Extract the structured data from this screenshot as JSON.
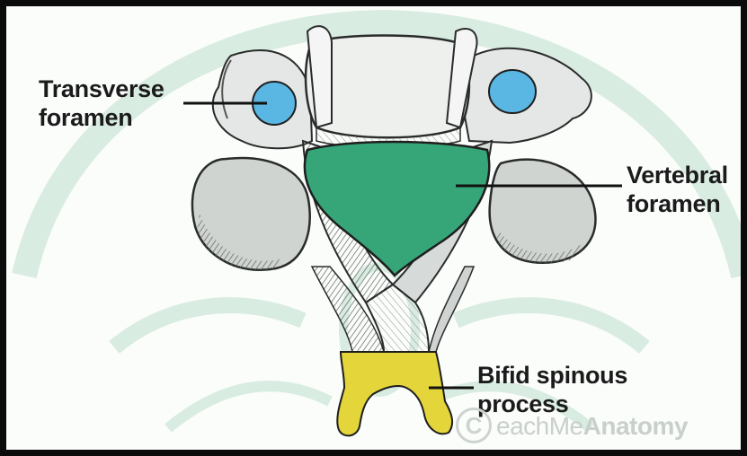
{
  "labels": {
    "transverse": [
      "Transverse",
      "foramen"
    ],
    "vertebral": [
      "Vertebral",
      "foramen"
    ],
    "bifid": [
      "Bifid spinous",
      "process"
    ]
  },
  "watermark": {
    "pre": "eachMe",
    "bold": "Anatomy",
    "symbol": "C"
  },
  "colors": {
    "vertebral_foramen": "#36a679",
    "transverse_foramen": "#5ab7e3",
    "spinous_process": "#e4d53b",
    "bone": "#dfe3e0",
    "emblem": "#d9ece1"
  }
}
